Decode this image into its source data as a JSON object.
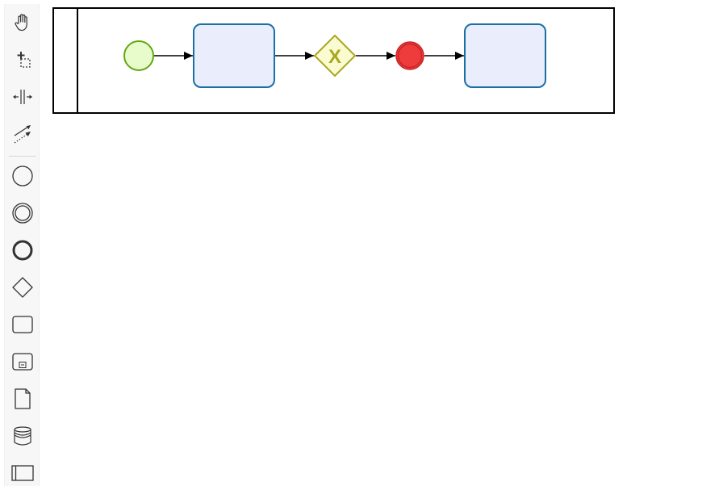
{
  "palette": {
    "tools": [
      {
        "name": "hand-tool",
        "icon": "hand-icon"
      },
      {
        "name": "lasso-tool",
        "icon": "lasso-icon"
      },
      {
        "name": "space-tool",
        "icon": "space-icon"
      },
      {
        "name": "global-connect-tool",
        "icon": "connect-icon"
      },
      {
        "name": "create-start-event",
        "icon": "start-event-icon"
      },
      {
        "name": "create-intermediate-event",
        "icon": "intermediate-event-icon"
      },
      {
        "name": "create-end-event",
        "icon": "end-event-icon"
      },
      {
        "name": "create-gateway",
        "icon": "gateway-icon"
      },
      {
        "name": "create-task",
        "icon": "task-icon"
      },
      {
        "name": "create-subprocess",
        "icon": "subprocess-icon"
      },
      {
        "name": "create-data-object",
        "icon": "data-object-icon"
      },
      {
        "name": "create-data-store",
        "icon": "data-store-icon"
      },
      {
        "name": "create-participant",
        "icon": "participant-icon"
      }
    ]
  },
  "diagram": {
    "participant": {
      "label": ""
    },
    "elements": [
      {
        "id": "start-event",
        "kind": "start-event",
        "label": ""
      },
      {
        "id": "task-1",
        "kind": "task",
        "label": ""
      },
      {
        "id": "exclusive-gateway",
        "kind": "exclusive-gateway",
        "marker": "X",
        "label": ""
      },
      {
        "id": "end-event",
        "kind": "end-event",
        "label": ""
      },
      {
        "id": "task-2",
        "kind": "task",
        "label": ""
      }
    ],
    "flows": [
      {
        "from": "start-event",
        "to": "task-1"
      },
      {
        "from": "task-1",
        "to": "exclusive-gateway"
      },
      {
        "from": "exclusive-gateway",
        "to": "end-event"
      },
      {
        "from": "end-event",
        "to": "task-2"
      }
    ]
  },
  "colors": {
    "start_stroke": "#62a716",
    "start_fill": "#e8fccb",
    "task_stroke": "#1d6fa3",
    "task_fill": "#eaeefc",
    "gateway_stroke": "#a8a820",
    "gateway_fill": "#fbfbd2",
    "gateway_marker": "#a8a820",
    "end_stroke": "#c82424",
    "end_fill": "#ee3c3c",
    "flow": "#000000",
    "palette_icon": "#333333"
  }
}
